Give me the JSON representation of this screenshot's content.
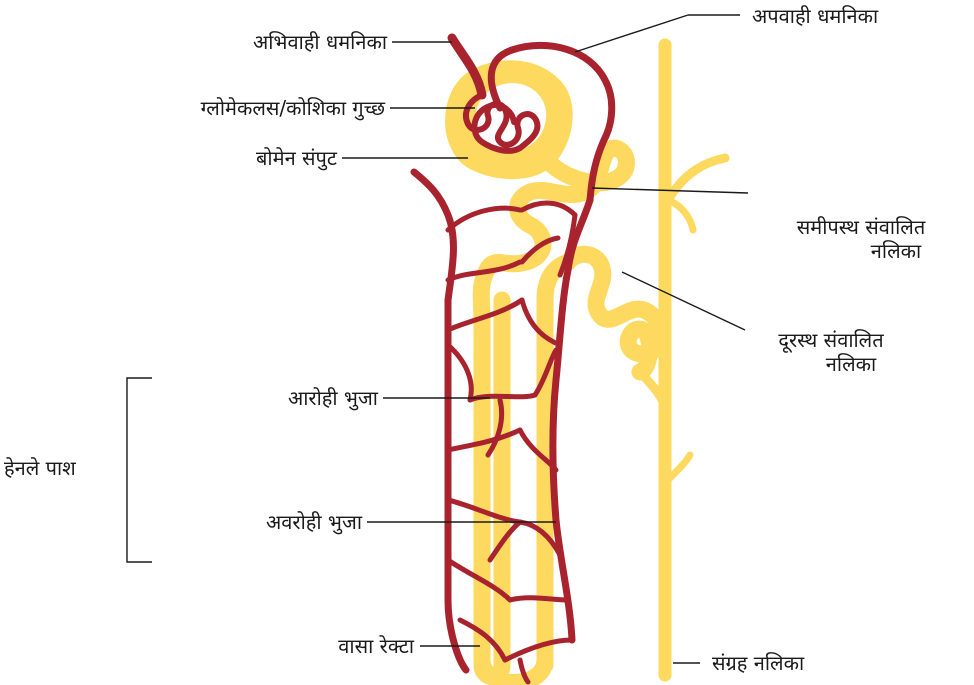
{
  "colors": {
    "tubule": "#FDDA5F",
    "vessel": "#A8232E",
    "line": "#1a1a1a"
  },
  "labels": {
    "afferent_arteriole": "अभिवाही धमनिका",
    "efferent_arteriole": "अपवाही धमनिका",
    "glomerulus": "ग्लोमेकलस/कोशिका गुच्छ",
    "bowmans_capsule": "बोमेन संपुट",
    "pct_line1": "समीपस्थ संवालित",
    "pct_line2": "नलिका",
    "dct_line1": "दूरस्थ संवालित",
    "dct_line2": "नलिका",
    "ascending_limb": "आरोही भुजा",
    "descending_limb": "अवरोही भुजा",
    "henle_loop": "हेनले पाश",
    "vasa_recta": "वासा रेक्टा",
    "collecting_duct": "संग्रह नलिका"
  }
}
